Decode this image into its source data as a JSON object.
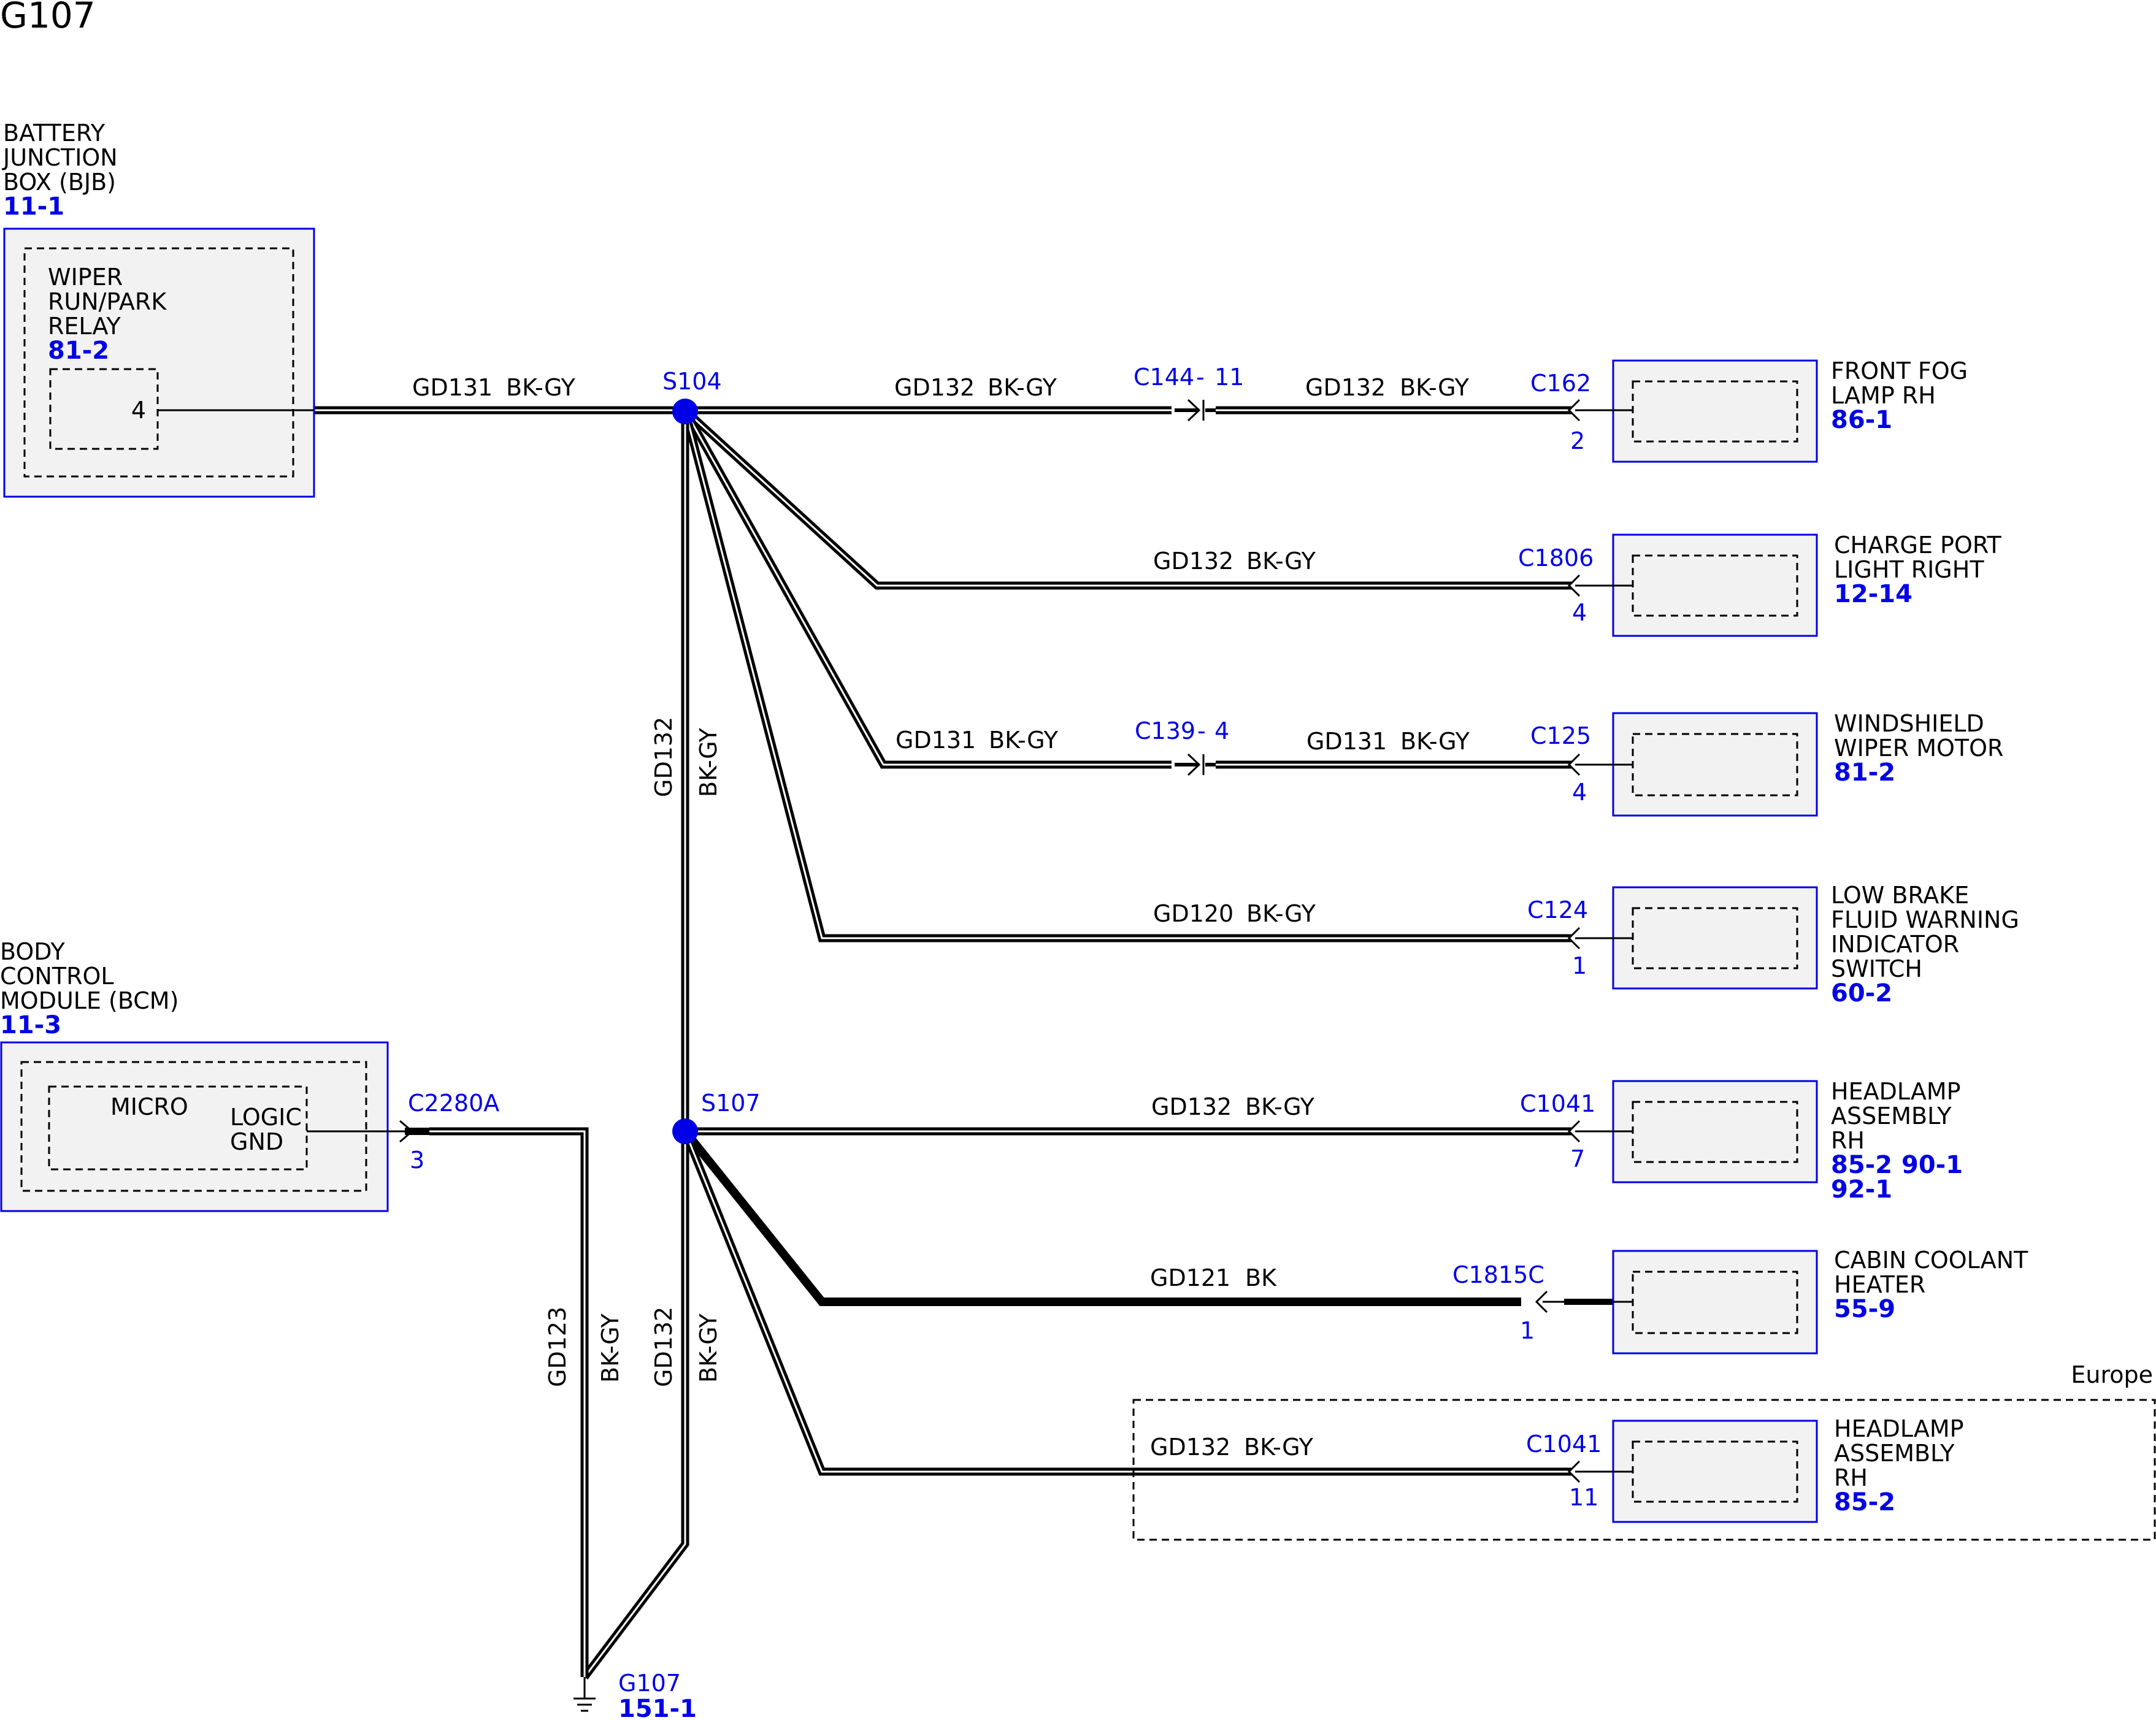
{
  "title": "G107",
  "components": {
    "bjb": {
      "name_lines": [
        "BATTERY",
        "JUNCTION",
        "BOX (BJB)"
      ],
      "ref": "11-1"
    },
    "wiper_relay": {
      "name_lines": [
        "WIPER",
        "RUN/PARK",
        "RELAY"
      ],
      "ref": "81-2",
      "pin": "4"
    },
    "bcm": {
      "name_lines": [
        "BODY",
        "CONTROL",
        "MODULE (BCM)"
      ],
      "ref": "11-3"
    },
    "micro": {
      "label": "MICRO",
      "gnd_lines": [
        "LOGIC",
        "GND"
      ]
    },
    "fog_lamp": {
      "name_lines": [
        "FRONT FOG",
        "LAMP RH"
      ],
      "ref": "86-1"
    },
    "charge_port": {
      "name_lines": [
        "CHARGE PORT",
        "LIGHT RIGHT"
      ],
      "ref": "12-14"
    },
    "wiper_motor": {
      "name_lines": [
        "WINDSHIELD",
        "WIPER MOTOR"
      ],
      "ref": "81-2"
    },
    "brake_switch": {
      "name_lines": [
        "LOW BRAKE",
        "FLUID WARNING",
        "INDICATOR",
        "SWITCH"
      ],
      "ref": "60-2"
    },
    "headlamp_1": {
      "name_lines": [
        "HEADLAMP",
        "ASSEMBLY",
        "RH"
      ],
      "refs": [
        "85-2",
        "90-1",
        "92-1"
      ]
    },
    "cabin_heater": {
      "name_lines": [
        "CABIN COOLANT",
        "HEATER"
      ],
      "ref": "55-9"
    },
    "headlamp_2": {
      "name_lines": [
        "HEADLAMP",
        "ASSEMBLY",
        "RH"
      ],
      "ref": "85-2"
    }
  },
  "splices": {
    "s104": "S104",
    "s107": "S107"
  },
  "ground": {
    "name": "G107",
    "ref": "151-1"
  },
  "region_label": "Europe",
  "connectors": {
    "c144": {
      "name": "C144",
      "sep": "-",
      "pin": "11"
    },
    "c162": {
      "name": "C162",
      "pin": "2"
    },
    "c1806": {
      "name": "C1806",
      "pin": "4"
    },
    "c139": {
      "name": "C139",
      "sep": "-",
      "pin": "4"
    },
    "c125": {
      "name": "C125",
      "pin": "4"
    },
    "c124": {
      "name": "C124",
      "pin": "1"
    },
    "c1041a": {
      "name": "C1041",
      "pin": "7"
    },
    "c1815c": {
      "name": "C1815C",
      "pin": "1"
    },
    "c1041b": {
      "name": "C1041",
      "pin": "11"
    },
    "c2280a": {
      "name": "C2280A",
      "pin": "3"
    }
  },
  "wires": {
    "w_bjb": {
      "circuit": "GD131",
      "color": "BK-GY"
    },
    "w_fog_a": {
      "circuit": "GD132",
      "color": "BK-GY"
    },
    "w_fog_b": {
      "circuit": "GD132",
      "color": "BK-GY"
    },
    "w_charge": {
      "circuit": "GD132",
      "color": "BK-GY"
    },
    "w_wiper_a": {
      "circuit": "GD131",
      "color": "BK-GY"
    },
    "w_wiper_b": {
      "circuit": "GD131",
      "color": "BK-GY"
    },
    "w_brake": {
      "circuit": "GD120",
      "color": "BK-GY"
    },
    "w_head1": {
      "circuit": "GD132",
      "color": "BK-GY"
    },
    "w_heater": {
      "circuit": "GD121",
      "color": "BK"
    },
    "w_head2": {
      "circuit": "GD132",
      "color": "BK-GY"
    },
    "w_trunk": {
      "circuit": "GD132",
      "color": "BK-GY"
    },
    "w_bcm": {
      "circuit": "GD123",
      "color": "BK-GY"
    },
    "w_s107_gnd": {
      "circuit": "GD132",
      "color": "BK-GY"
    }
  }
}
